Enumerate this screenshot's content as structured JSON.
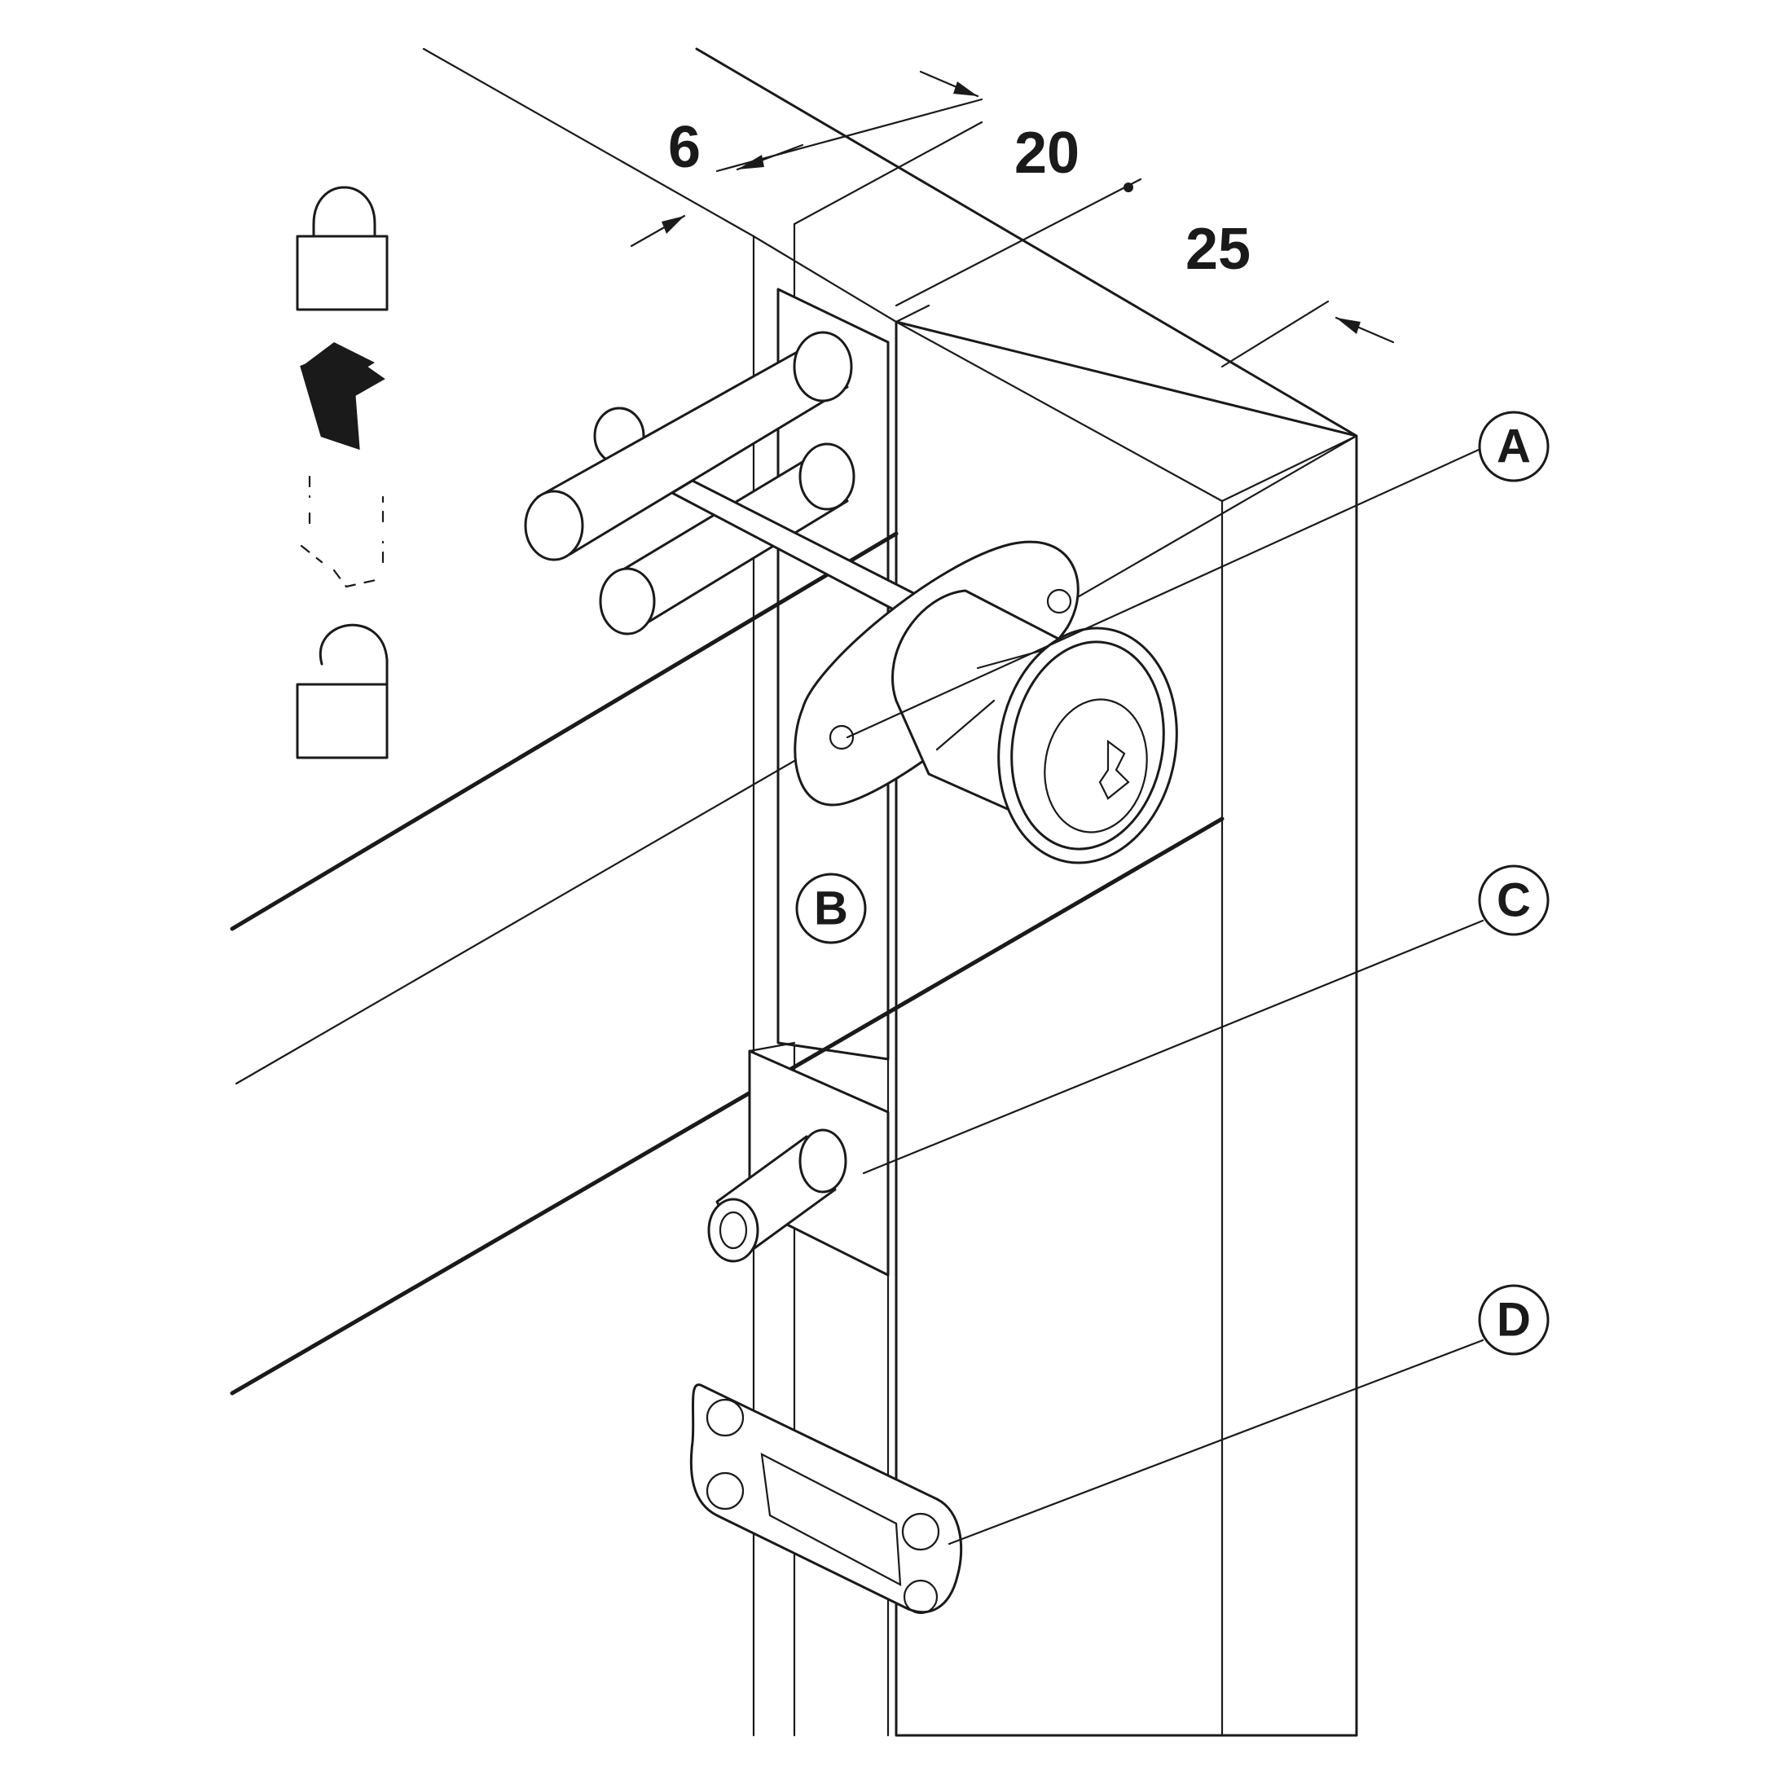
{
  "dimensions": {
    "dim_6": "6",
    "dim_20": "20",
    "dim_25": "25"
  },
  "callouts": {
    "a": "A",
    "b": "B",
    "c": "C",
    "d": "D"
  },
  "icons": {
    "locked": "padlock-closed-icon",
    "direction": "arrow-up-icon",
    "unlocked": "padlock-open-icon"
  },
  "colors": {
    "line": "#1a1a1a",
    "background": "#ffffff",
    "arrow_fill": "#1a1a1a"
  }
}
